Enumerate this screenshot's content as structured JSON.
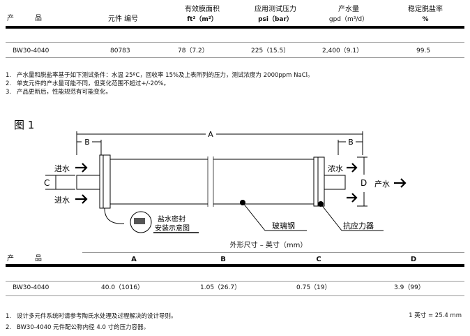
{
  "spec_table": {
    "headers": [
      {
        "line1": "",
        "line2": "产　　　品"
      },
      {
        "line1": "",
        "line2": "元件 编号"
      },
      {
        "line1": "有效膜面积",
        "line2": "ft²（m²）"
      },
      {
        "line1": "应用测试压力",
        "line2": "psi（bar）"
      },
      {
        "line1": "产水量",
        "line2": "gpd（m³/d）"
      },
      {
        "line1": "稳定脱盐率",
        "line2": "%"
      }
    ],
    "row": [
      "BW30-4040",
      "80783",
      "78（7.2）",
      "225（15.5）",
      "2,400（9.1）",
      "99.5"
    ]
  },
  "spec_notes": [
    {
      "num": "1.",
      "text": "产水量和脱盐率基于如下测试条件：水温 25ºC，回收率 15%及上表所列的压力，测试浓度为 2000ppm NaCl。"
    },
    {
      "num": "2.",
      "text": "单支元件的产水量可能不同，但变化范围不超过+/-20%。"
    },
    {
      "num": "3.",
      "text": "产品更新后，性能规范有可能变化。"
    }
  ],
  "figure": {
    "title": "图 1",
    "labels": {
      "A": "A",
      "B": "B",
      "C": "C",
      "D": "D",
      "feed": "进水",
      "concentrate": "浓水",
      "permeate": "产水",
      "seal_line1": "盐水密封",
      "seal_line2": "安装示意图",
      "fiberglass": "玻璃钢",
      "anti_telescoping": "抗应力器"
    }
  },
  "dim_table": {
    "title": "外形尺寸 – 英寸（mm）",
    "headers": [
      "产　　　品",
      "A",
      "B",
      "C",
      "D"
    ],
    "row": [
      "BW30-4040",
      "40.0（1016）",
      "1.05（26.7）",
      "0.75（19）",
      "3.9（99）"
    ]
  },
  "dim_notes": [
    {
      "num": "1.",
      "text": "设计多元件系统时请参考陶氏水处理及过程解决的设计导则。"
    },
    {
      "num": "2.",
      "text": "BW30-4040 元件配公称内径 4.0 寸的压力容器。"
    }
  ],
  "conversion": "1 英寸 = 25.4 mm"
}
